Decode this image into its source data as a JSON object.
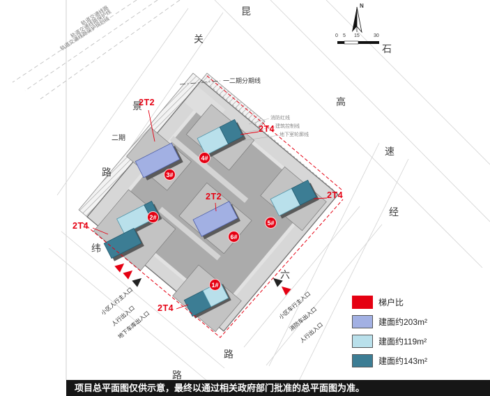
{
  "page": {
    "disclaimer": "项目总平面图仅供示意，最终以通过相关政府部门批准的总平面图为准。"
  },
  "compass": {
    "north": "N",
    "scale": [
      "0",
      "5",
      "15",
      "30"
    ]
  },
  "streets": {
    "kun": "昆",
    "shi": "石",
    "gao": "高",
    "su": "速",
    "guan": "关",
    "jing_view": "景",
    "lu_left": "路",
    "jing_axis": "经",
    "wei": "纬",
    "liu": "六",
    "lu_bottom1": "路",
    "lu_bottom2": "路"
  },
  "annotations": {
    "rail_protection": [
      "轨道交通线路保护规划线",
      "轨道交通线路保护线",
      "轨道交通线路"
    ],
    "phase_divider": "一二期分期线",
    "phase2": "二期",
    "notes": [
      "消防红线",
      "建筑控制线",
      "地下室轮廓线"
    ]
  },
  "entrances": {
    "left": [
      "小区人行主入口",
      "人行出入口",
      "地下车库出入口"
    ],
    "right": [
      "小区车行主入口",
      "消防车出入口",
      "人行出入口"
    ]
  },
  "buildings": {
    "badges": [
      "1#",
      "2#",
      "3#",
      "4#",
      "5#",
      "6#"
    ],
    "tower_types": {
      "b1": "2T4",
      "b2": "2T4",
      "b3": "2T2",
      "b4": "2T4",
      "b5": "2T4",
      "b6": "2T2"
    }
  },
  "legend": {
    "items": [
      {
        "label": "梯户比",
        "color": "#e50012"
      },
      {
        "label": "建面约203m²",
        "color": "#a2b0e3"
      },
      {
        "label": "建面约119m²",
        "color": "#b9e0eb"
      },
      {
        "label": "建面约143m²",
        "color": "#3c7d94"
      }
    ]
  },
  "colors": {
    "accent_red": "#e50012",
    "tower_203": "#a2b0e3",
    "tower_119": "#b9e0eb",
    "tower_143": "#3c7d94",
    "podium": "#c3c3c3",
    "deck": "#ababab",
    "site_road": "#d7d7d7",
    "shadow": "#5a5a5a"
  }
}
